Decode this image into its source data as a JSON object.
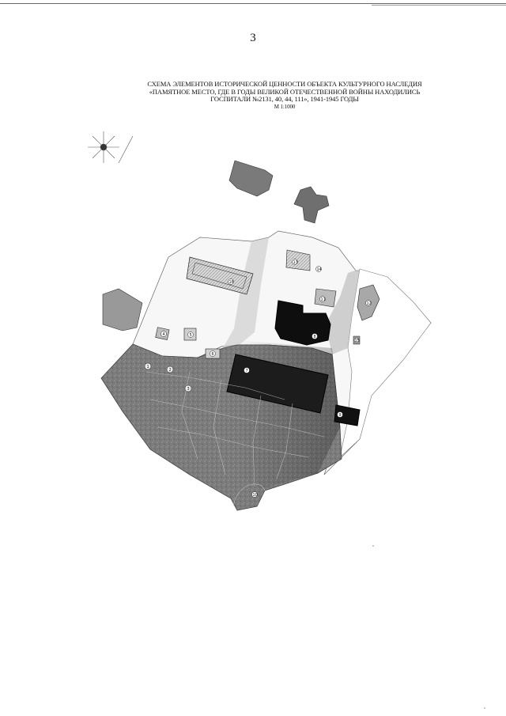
{
  "page": {
    "number": "3"
  },
  "title": {
    "line1": "СХЕМА ЭЛЕМЕНТОВ ИСТОРИЧЕСКОЙ ЦЕННОСТИ ОБЪЕКТА КУЛЬТУРНОГО НАСЛЕДИЯ",
    "line2": "«ПАМЯТНОЕ МЕСТО, ГДЕ В ГОДЫ ВЕЛИКОЙ ОТЕЧЕСТВЕННОЙ ВОЙНЫ НАХОДИЛИСЬ",
    "line3": "ГОСПИТАЛИ №2131, 40, 44, 111», 1941-1945 ГОДЫ",
    "scale": "М 1:1000"
  },
  "map": {
    "icons": [
      "compass-rose-icon"
    ],
    "element_labels": [
      "1",
      "2",
      "3",
      "4",
      "5",
      "6",
      "7",
      "8",
      "9",
      "10",
      "11",
      "12",
      "13",
      "14",
      "15",
      "16"
    ],
    "colors": {
      "paper": "#ffffff",
      "territory": "#7d7d7d",
      "building": "#111111",
      "light-zone": "#f2f2f2"
    }
  }
}
